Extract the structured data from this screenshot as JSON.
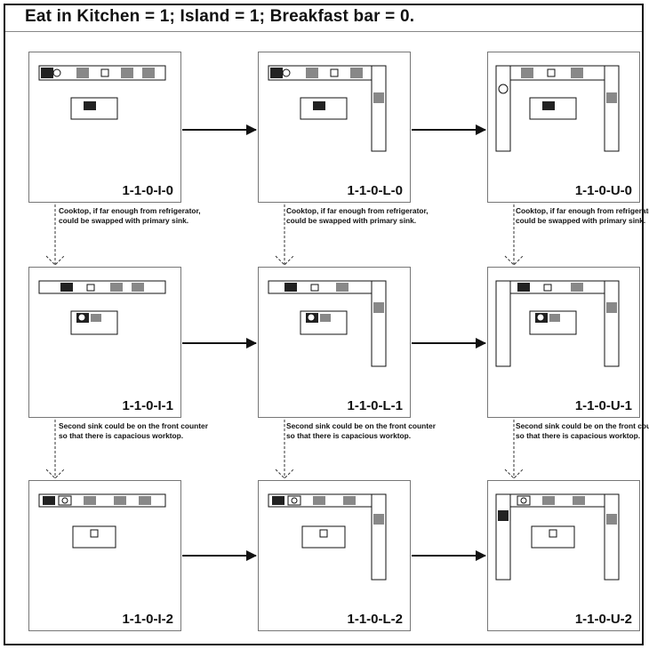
{
  "title": "Eat in Kitchen = 1;  Island = 1;  Breakfast bar = 0.",
  "panels": [
    {
      "label": "1-1-0-I-0"
    },
    {
      "label": "1-1-0-L-0"
    },
    {
      "label": "1-1-0-U-0"
    },
    {
      "label": "1-1-0-I-1"
    },
    {
      "label": "1-1-0-L-1"
    },
    {
      "label": "1-1-0-U-1"
    },
    {
      "label": "1-1-0-I-2"
    },
    {
      "label": "1-1-0-L-2"
    },
    {
      "label": "1-1-0-U-2"
    }
  ],
  "notes": {
    "row1": [
      "Cooktop, if far enough from refrigerator, could be swapped with primary sink.",
      "Cooktop, if far enough from refrigerator, could be swapped with primary sink.",
      "Cooktop, if far enough from refrigerator, could be swapped with primary sink."
    ],
    "row2": [
      "Second sink could be on the front counter so that there is capacious worktop.",
      "Second sink could be on the front counter so that there is capacious worktop.",
      "Second sink could be on the front counter so that there is capacious worktop."
    ]
  }
}
